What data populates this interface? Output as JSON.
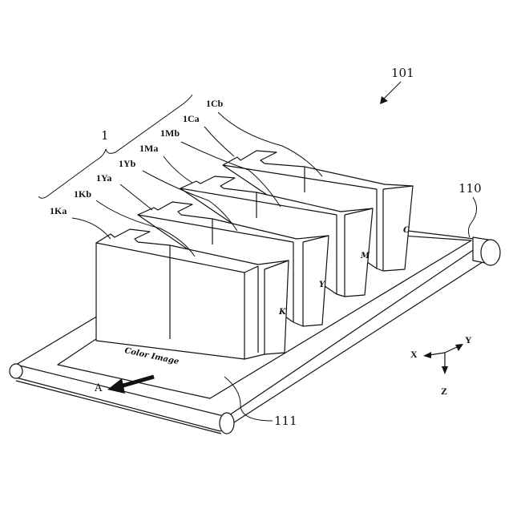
{
  "figure": {
    "reference_numeral": "101",
    "group_label": "1",
    "belt_label": "110",
    "medium_label": "111",
    "medium_text": "Color Image",
    "direction_label": "A",
    "heads": [
      {
        "id": "1Ka",
        "label": "1Ka"
      },
      {
        "id": "1Kb",
        "label": "1Kb"
      },
      {
        "id": "1Ya",
        "label": "1Ya"
      },
      {
        "id": "1Yb",
        "label": "1Yb"
      },
      {
        "id": "1Ma",
        "label": "1Ma"
      },
      {
        "id": "1Mb",
        "label": "1Mb"
      },
      {
        "id": "1Ca",
        "label": "1Ca"
      },
      {
        "id": "1Cb",
        "label": "1Cb"
      }
    ],
    "color_letters": [
      "K",
      "Y",
      "M",
      "C"
    ],
    "axes": {
      "x": "X",
      "y": "Y",
      "z": "Z"
    }
  }
}
